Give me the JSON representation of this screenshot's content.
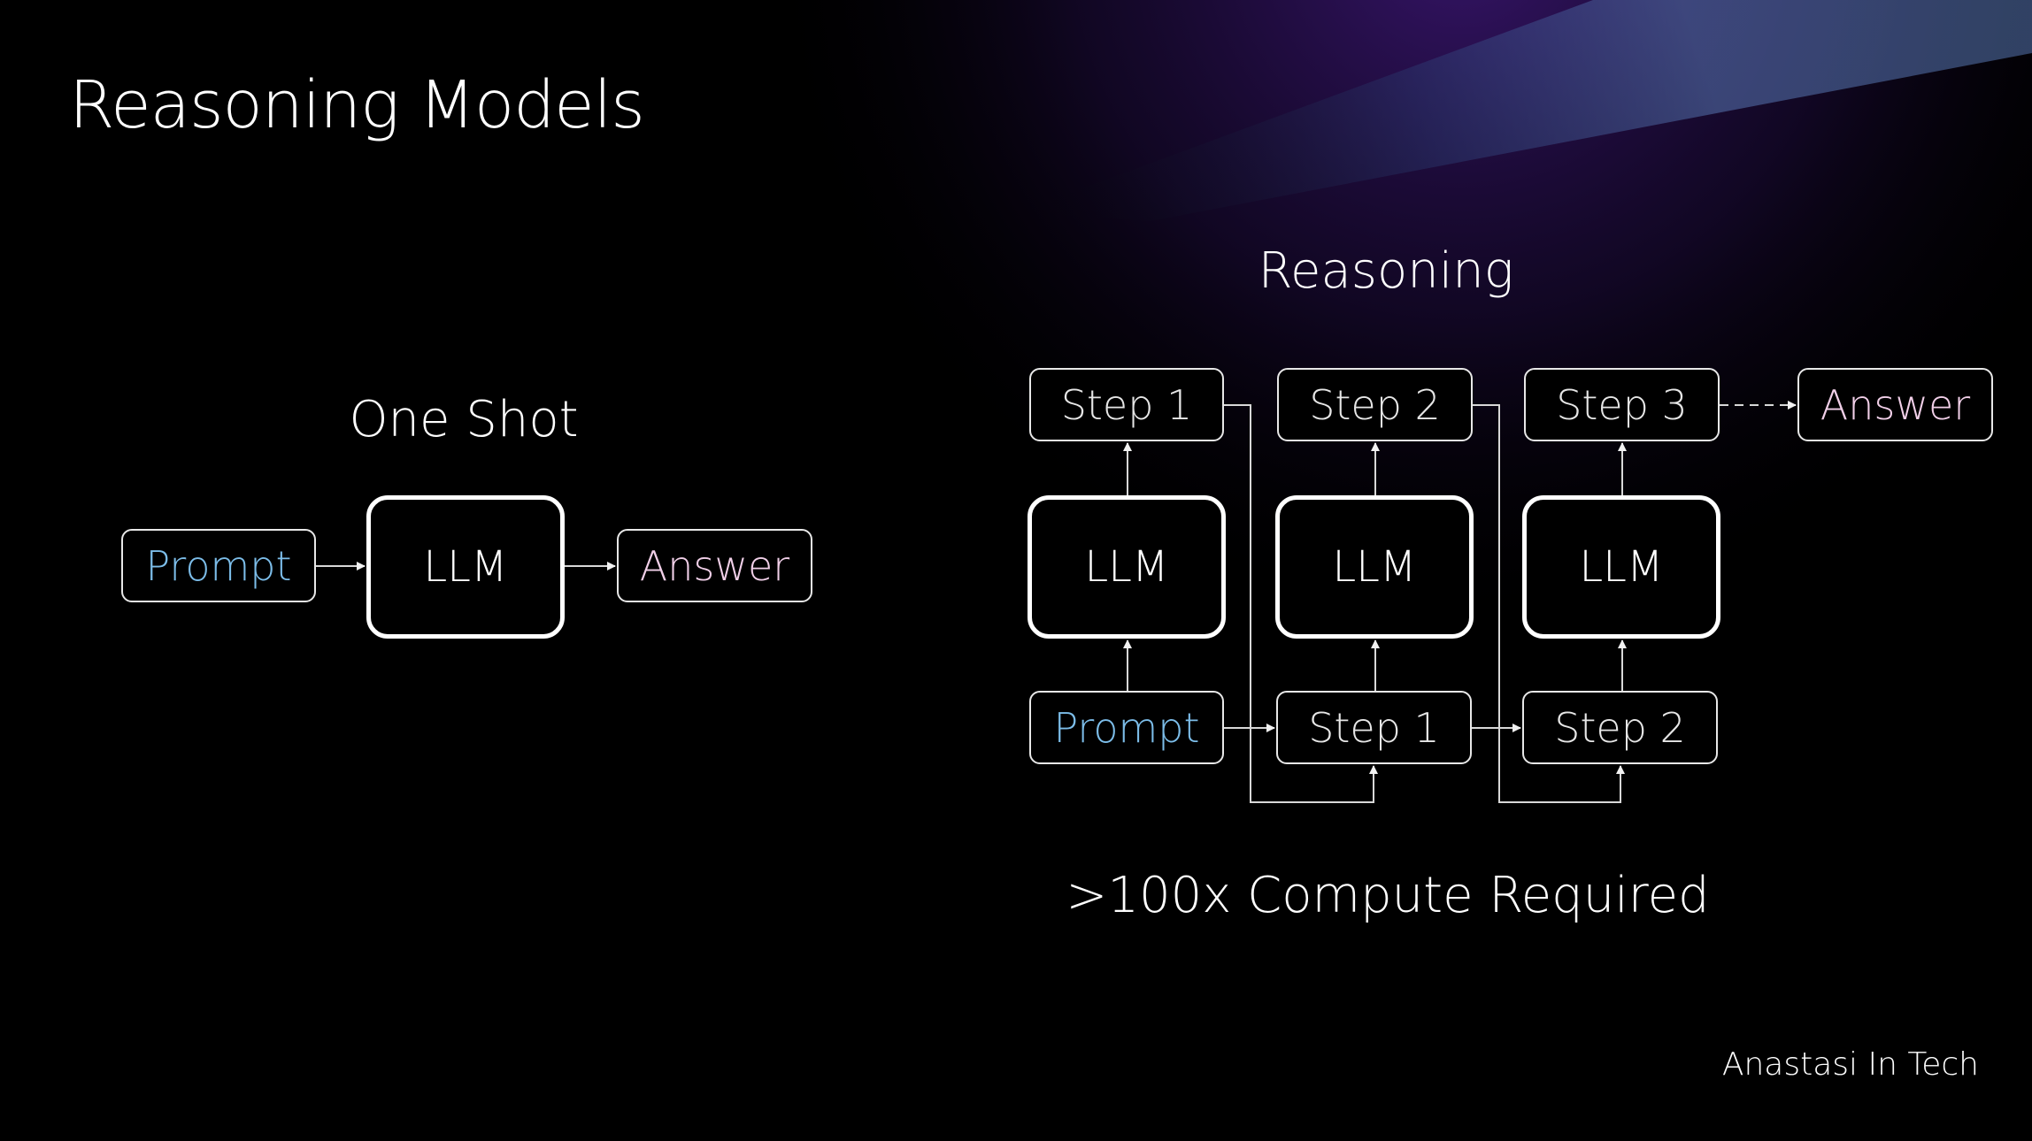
{
  "slide": {
    "title": "Reasoning Models",
    "credit": "Anastasi In Tech"
  },
  "one_shot": {
    "heading": "One Shot",
    "prompt": "Prompt",
    "llm": "LLM",
    "answer": "Answer"
  },
  "reasoning": {
    "heading": "Reasoning",
    "outputs": [
      "Step 1",
      "Step 2",
      "Step 3"
    ],
    "llms": [
      "LLM",
      "LLM",
      "LLM"
    ],
    "inputs": [
      "Prompt",
      "Step 1",
      "Step 2"
    ],
    "answer": "Answer",
    "compute_note": ">100x Compute Required"
  },
  "colors": {
    "background": "#000000",
    "prompt_text": "#7cbde9",
    "answer_text": "#f1cfe8",
    "glow_purple": "#3a1670",
    "glow_blue": "#4a6aa8"
  }
}
